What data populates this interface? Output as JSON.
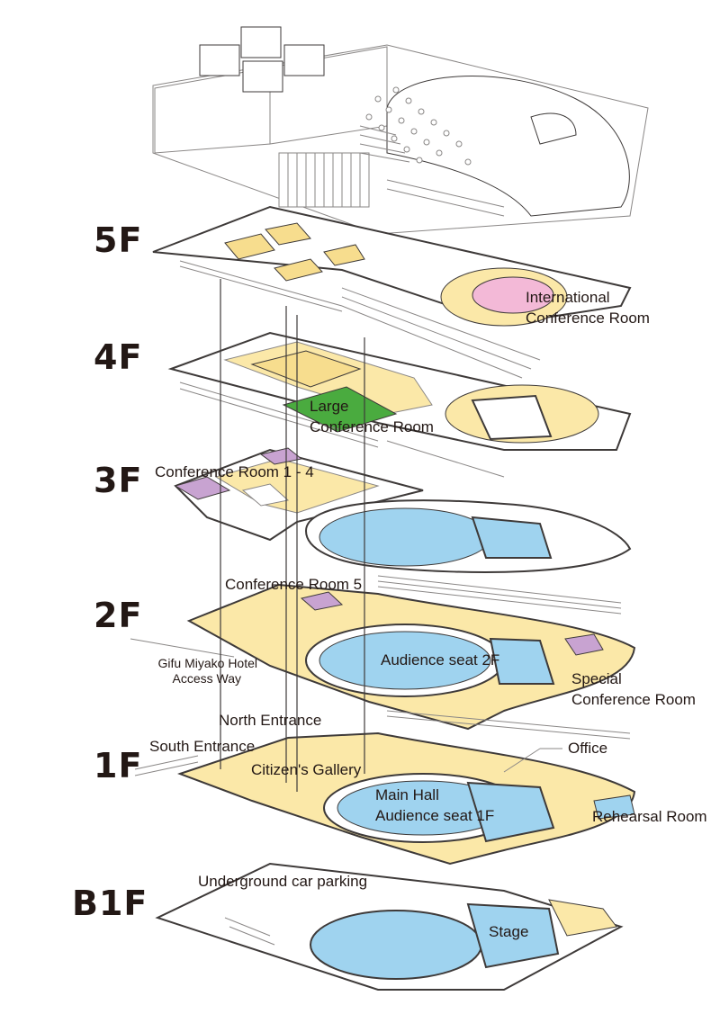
{
  "colors": {
    "outline": "#3e3a39",
    "thin": "#8a8786",
    "corridor": "#fbe8a8",
    "room_yellow": "#f7dd8e",
    "hall_blue": "#9fd3ef",
    "hall_blue_dark": "#7fc2e6",
    "conference_purple": "#c8a3d1",
    "international_pink": "#f3b9d7",
    "large_green": "#4aab3f",
    "text": "#231815"
  },
  "floors": {
    "f5": "5F",
    "f4": "4F",
    "f3": "3F",
    "f2": "2F",
    "f1": "1F",
    "b1": "B1F"
  },
  "labels": {
    "international_1": "International",
    "international_2": "Conference Room",
    "large_1": "Large",
    "large_2": "Conference Room",
    "conf_1_4": "Conference Room 1 - 4",
    "conf_5": "Conference Room 5",
    "hotel_1": "Gifu Miyako Hotel",
    "hotel_2": "Access Way",
    "audience_2f": "Audience seat 2F",
    "special_1": "Special",
    "special_2": "Conference Room",
    "north_entrance": "North Entrance",
    "south_entrance": "South Entrance",
    "office": "Office",
    "citizens_gallery": "Citizen's Gallery",
    "main_hall_1": "Main Hall",
    "main_hall_2": "Audience seat 1F",
    "rehearsal": "Rehearsal Room",
    "parking": "Underground car parking",
    "stage": "Stage"
  }
}
